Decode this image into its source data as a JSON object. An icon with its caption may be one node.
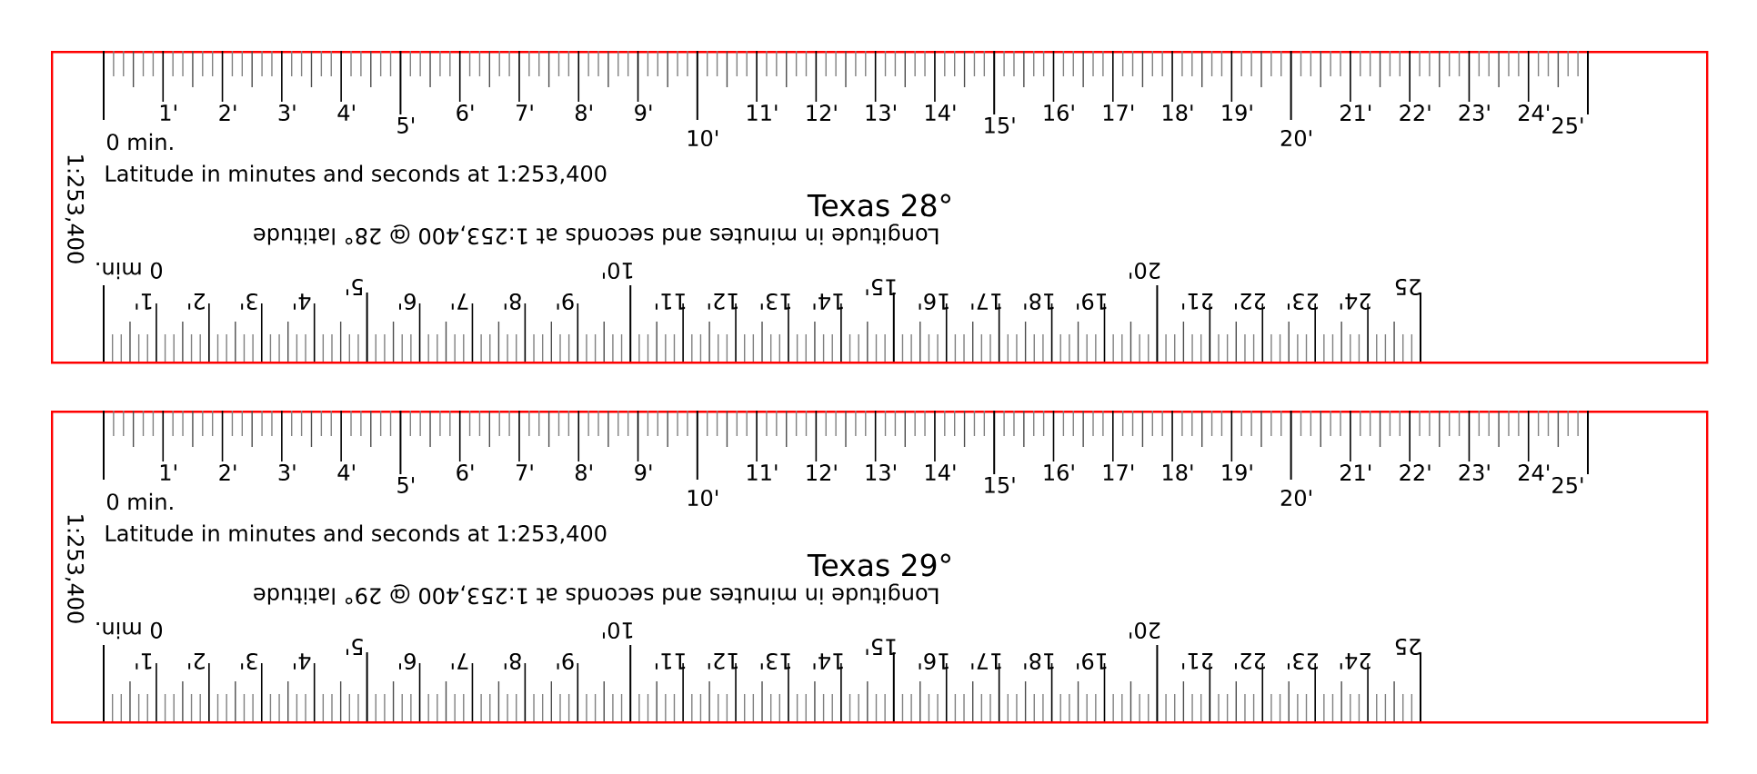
{
  "diagram": {
    "nodes": [
      {
        "text": [
          "Texas 28°",
          "1:253,400",
          "Latitude in minutes and seconds at 1:253,400",
          "0 min.",
          "Longitude in minutes and seconds at 1:253,400 @ 28°  latitude",
          "0 min.",
          "1'",
          "2'",
          "3'",
          "4'",
          "5'",
          "6'",
          "7'",
          "8'",
          "9'",
          "10'",
          "11'",
          "12'",
          "13'",
          "14'",
          "15'",
          "16'",
          "17'",
          "18'",
          "19'",
          "20'",
          "21'",
          "22'",
          "23'",
          "24'",
          "25'",
          "1'",
          "2'",
          "3'",
          "4'",
          "5'",
          "6'",
          "7'",
          "8'",
          "9'",
          "10'",
          "11'",
          "12'",
          "13'",
          "14'",
          "15'",
          "16'",
          "17'",
          "18'",
          "19'",
          "20'",
          "21'",
          "22'",
          "23'",
          "24'",
          "25"
        ]
      },
      {
        "text": [
          "Texas 29°",
          "1:253,400",
          "Latitude in minutes and seconds at 1:253,400",
          "0 min.",
          "Longitude in minutes and seconds at 1:253,400 @ 29°  latitude",
          "0 min.",
          "1'",
          "2'",
          "3'",
          "4'",
          "5'",
          "6'",
          "7'",
          "8'",
          "9'",
          "10'",
          "11'",
          "12'",
          "13'",
          "14'",
          "15'",
          "16'",
          "17'",
          "18'",
          "19'",
          "20'",
          "21'",
          "22'",
          "23'",
          "24'",
          "25'",
          "1'",
          "2'",
          "3'",
          "4'",
          "5'",
          "6'",
          "7'",
          "8'",
          "9'",
          "10'",
          "11'",
          "12'",
          "13'",
          "14'",
          "15'",
          "16'",
          "17'",
          "18'",
          "19'",
          "20'",
          "21'",
          "22'",
          "23'",
          "24'",
          "25"
        ]
      }
    ]
  }
}
